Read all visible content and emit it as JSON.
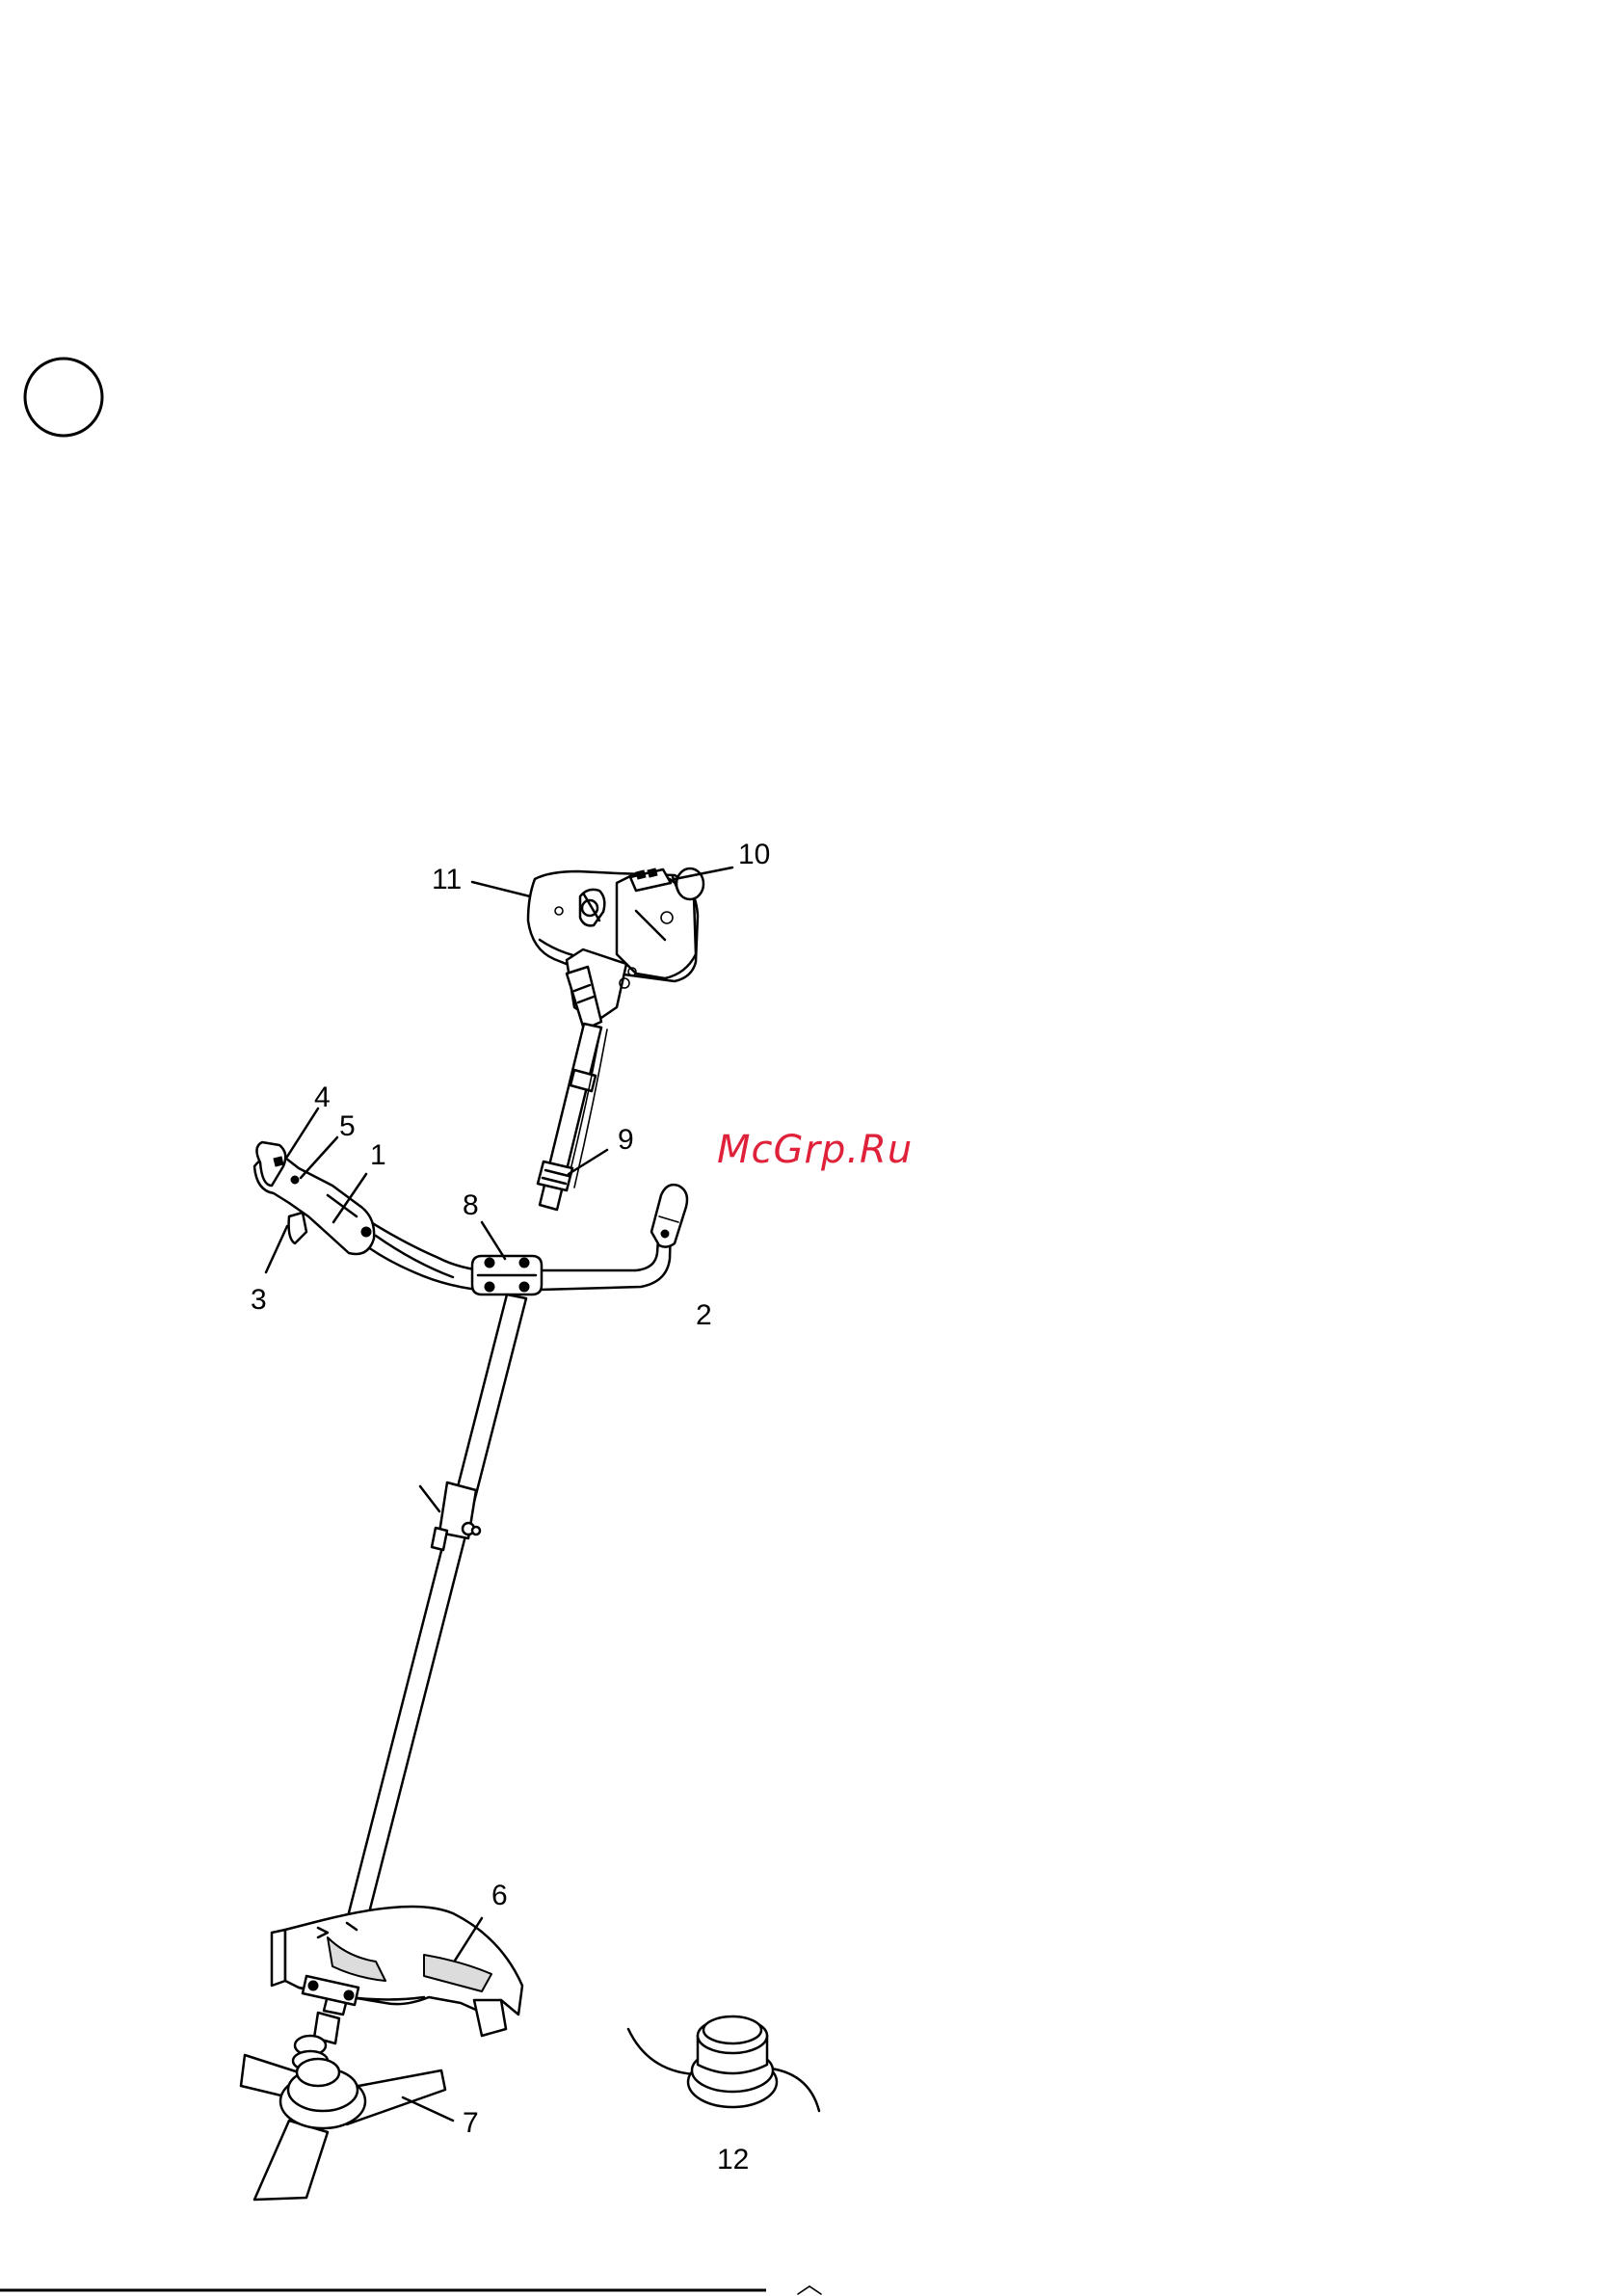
{
  "callouts": {
    "c1": "1",
    "c2": "2",
    "c3": "3",
    "c4": "4",
    "c5": "5",
    "c6": "6",
    "c7": "7",
    "c8": "8",
    "c9": "9",
    "c10": "10",
    "c11": "11",
    "c12": "12"
  },
  "watermark": {
    "text": "McGrp.Ru",
    "color": "#e0213a"
  },
  "colors": {
    "line": "#000000",
    "background": "#ffffff"
  }
}
